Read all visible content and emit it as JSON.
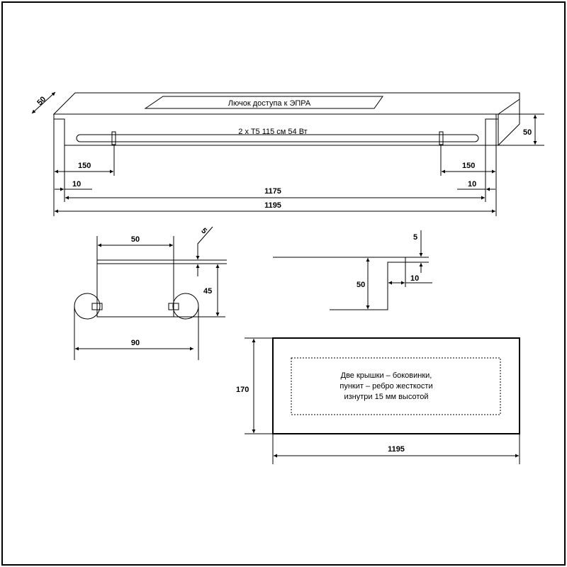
{
  "top_view": {
    "hatch_label": "Лючок доступа к ЭПРА",
    "lamp_label": "2 x T5 115 см 54 Вт",
    "dims": {
      "depth": "50",
      "height": "50",
      "left_offset": "150",
      "right_offset": "150",
      "left_wall": "10",
      "right_wall": "10",
      "inner_length": "1175",
      "total_length": "1195"
    }
  },
  "side_view": {
    "dims": {
      "width": "50",
      "thickness": "5",
      "height": "45",
      "overall": "90"
    }
  },
  "profile_view": {
    "dims": {
      "thickness": "5",
      "height": "50",
      "step": "10"
    }
  },
  "end_cap_view": {
    "note_lines": [
      "Две крышки – боковинки,",
      "пункит – ребро жесткости",
      "изнутри 15 мм высотой"
    ],
    "dims": {
      "height": "170",
      "length": "1195"
    }
  }
}
